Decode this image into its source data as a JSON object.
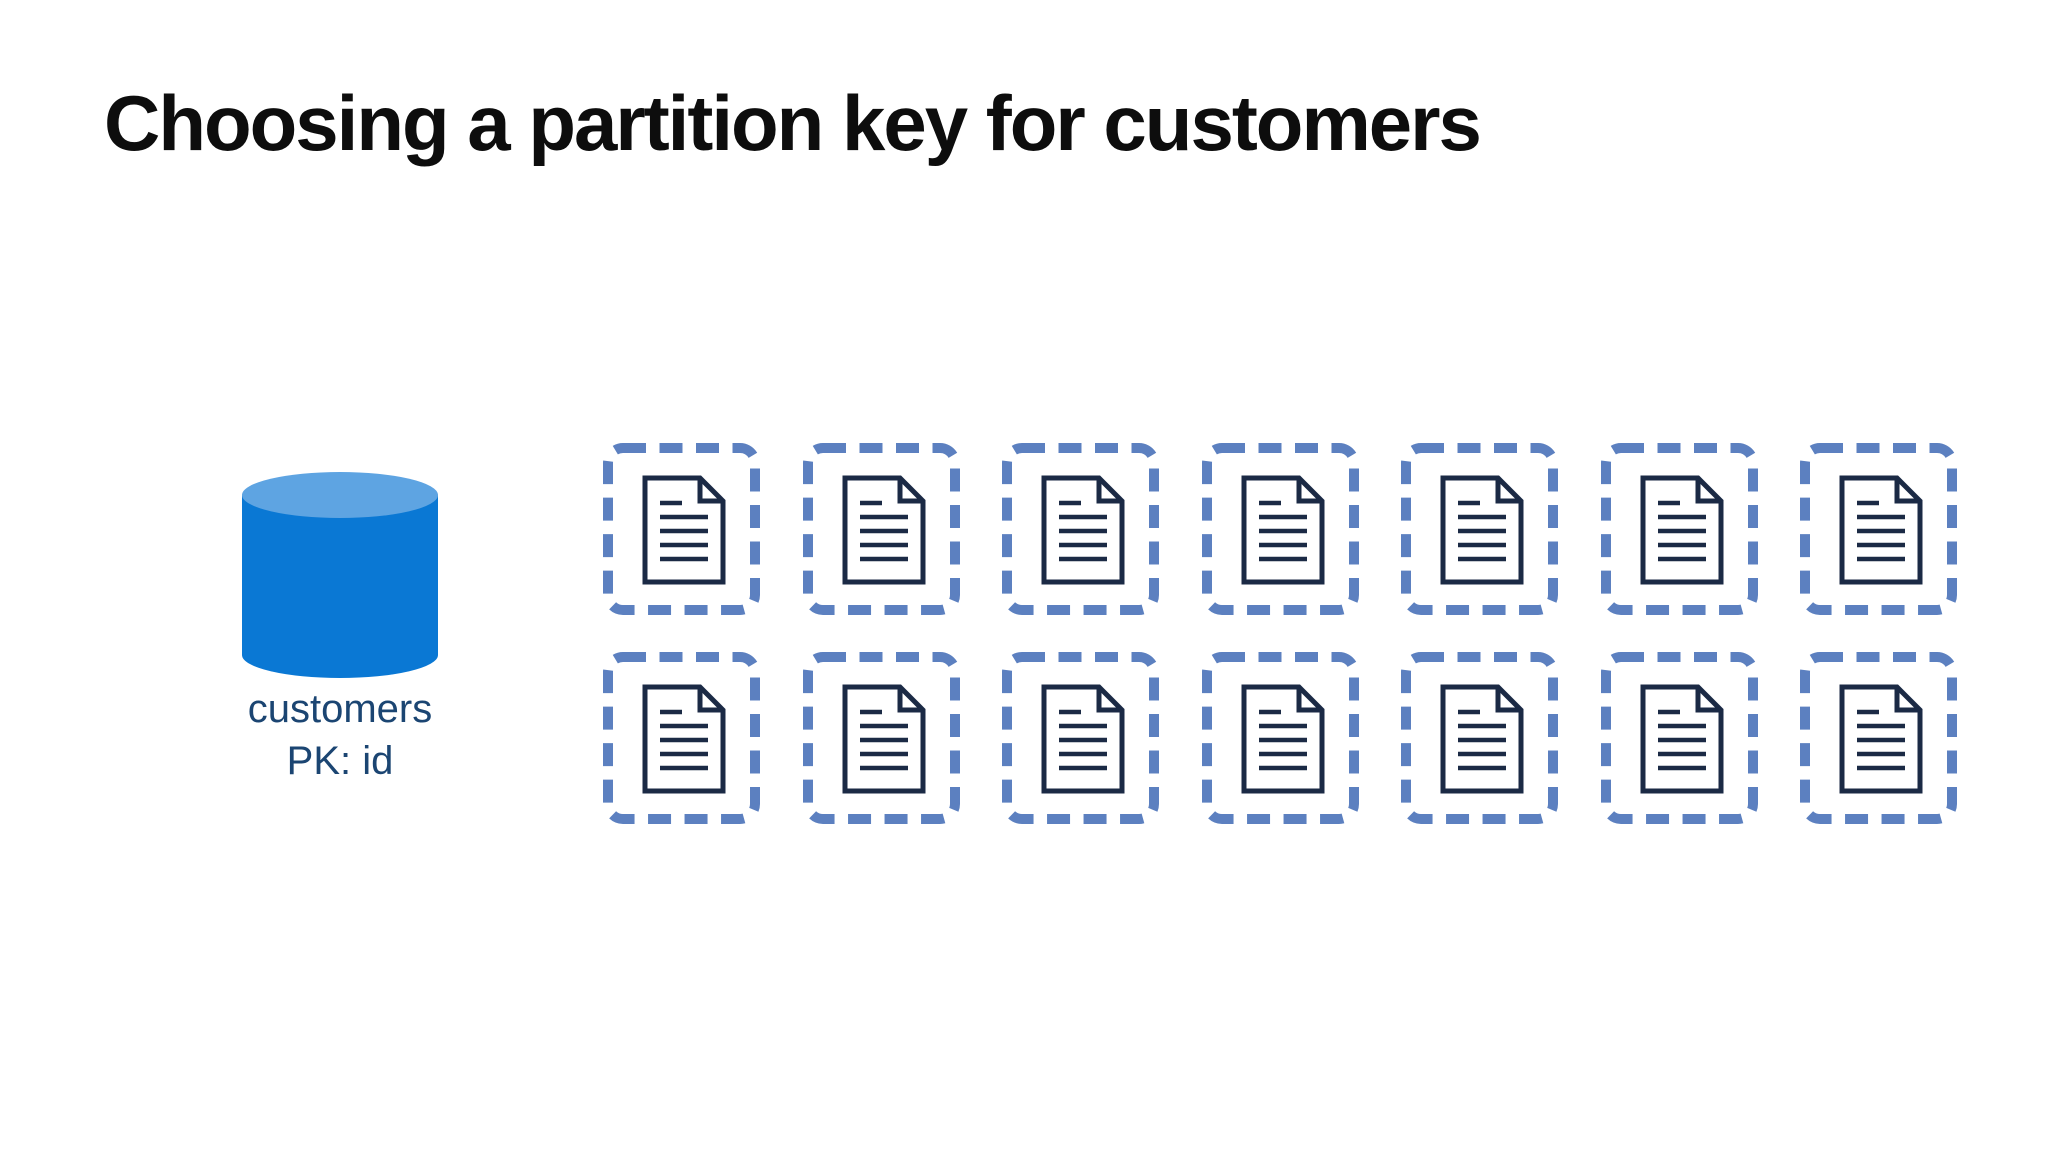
{
  "title": "Choosing a partition key for customers",
  "colors": {
    "title": "#0d0d0d",
    "label": "#1b4572",
    "cylinder_body": "#0a78d4",
    "cylinder_top": "#5ea4e2",
    "partition_border": "#5c80c0",
    "document_outline": "#1b2a45",
    "background": "#ffffff"
  },
  "database": {
    "icon": "database-cylinder-icon",
    "label": "customers",
    "partition_key_label": "PK: id"
  },
  "partitions": {
    "rows": 2,
    "cols": 7,
    "count": 14,
    "box_icon": "document-icon"
  }
}
